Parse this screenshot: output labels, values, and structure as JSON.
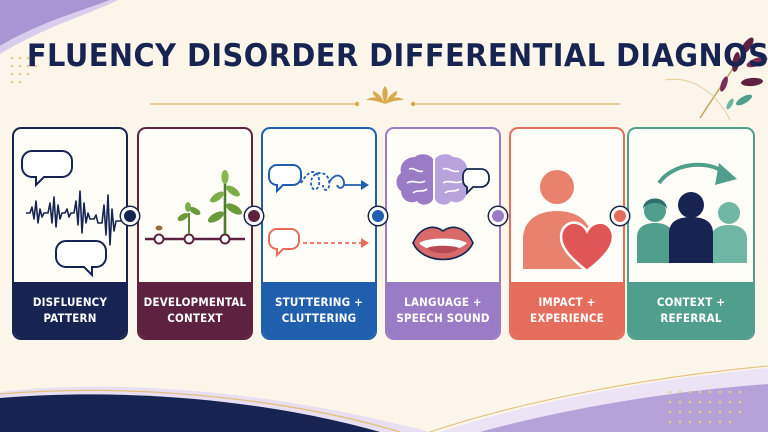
{
  "title": "FLUENCY DISORDER DIFFERENTIAL DIAGNOSIS",
  "colors": {
    "navy": "#172452",
    "plum": "#5c2240",
    "blue": "#1f5fae",
    "lavender": "#9a7cc6",
    "coral": "#e56d5c",
    "teal": "#4f9f8c",
    "gold": "#d8a94a",
    "background": "#fbf5ea"
  },
  "cards": [
    {
      "id": "disfluency",
      "line1": "DISFLUENCY",
      "line2": "PATTERN",
      "color": "#172452",
      "icon": "waveform-icon"
    },
    {
      "id": "developmental",
      "line1": "DEVELOPMENTAL",
      "line2": "CONTEXT",
      "color": "#5c2240",
      "icon": "sprout-growth-icon"
    },
    {
      "id": "stuttering",
      "line1": "STUTTERING +",
      "line2": "CLUTTERING",
      "color": "#1f5fae",
      "icon": "speech-flow-icon"
    },
    {
      "id": "language",
      "line1": "LANGUAGE +",
      "line2": "SPEECH SOUND",
      "color": "#9a7cc6",
      "icon": "brain-mouth-icon"
    },
    {
      "id": "impact",
      "line1": "IMPACT +",
      "line2": "EXPERIENCE",
      "color": "#e56d5c",
      "icon": "person-heart-icon"
    },
    {
      "id": "context",
      "line1": "CONTEXT +",
      "line2": "REFERRAL",
      "color": "#4f9f8c",
      "icon": "group-referral-icon"
    }
  ],
  "connectors": [
    "#172452",
    "#5c2240",
    "#1f5fae",
    "#9a7cc6",
    "#e56d5c"
  ]
}
